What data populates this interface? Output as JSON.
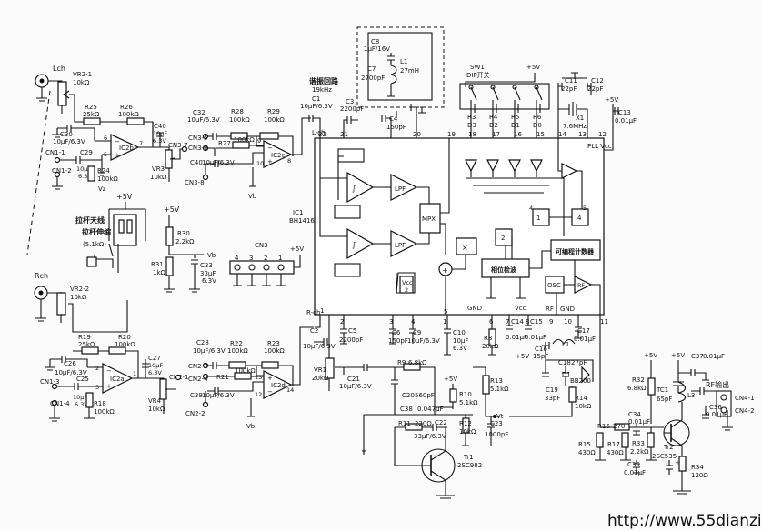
{
  "labels": {
    "lch": "Lch",
    "rch": "Rch",
    "vr2_1": [
      "VR2-1",
      "10kΩ"
    ],
    "vr2_2": [
      "VR2-2",
      "10kΩ"
    ],
    "r25": [
      "R25",
      "25kΩ"
    ],
    "r26": [
      "R26",
      "100kΩ"
    ],
    "c30": "C30",
    "c30v": "10μF/6.3V",
    "ic2b": "IC2b",
    "c40": [
      "C40",
      "10μF",
      "6.3V"
    ],
    "cn3_7": "CN3-7",
    "cn1_1": "CN1-1",
    "cn1_2": "CN1-2",
    "c29": [
      "C29",
      "10μF",
      "6.3V"
    ],
    "r24": [
      "R24",
      "100kΩ"
    ],
    "vr3": [
      "VR3",
      "10kΩ"
    ],
    "vb": "Vb",
    "c32": [
      "C32",
      "10μF/6.3V"
    ],
    "cn3_5": "CN3-5",
    "cn3_6": "CN3-6",
    "cn3_8": "CN3-8",
    "r28": [
      "R28",
      "100kΩ"
    ],
    "r29": [
      "R29",
      "100kΩ"
    ],
    "r27": [
      "R27",
      "100kΩ"
    ],
    "c40b": [
      "C40",
      "10μF/6.3V"
    ],
    "ic2c": "IC2c",
    "pin9": "9",
    "pin10": "10",
    "pin8": "8",
    "plus5v": "+5V",
    "tone_resistor": [
      "拉杆天线",
      "拉杆伸缩",
      "(5.1kΩ)"
    ],
    "r30": [
      "R30",
      "2.2kΩ"
    ],
    "r31": [
      "R31",
      "1kΩ"
    ],
    "c33": [
      "C33",
      "33μF",
      "6.3V"
    ],
    "cn3": "CN3",
    "cn3_pins": [
      "4",
      "3",
      "2",
      "1"
    ],
    "ic1": [
      "IC1",
      "BH1416F"
    ],
    "c1": [
      "C1",
      "10μF/6.3V"
    ],
    "c3": [
      "C3",
      "2200pF"
    ],
    "c4": [
      "C4",
      "150pF"
    ],
    "lch_in": "L-ch",
    "rch_in": "R-ch",
    "pins_top": [
      "22",
      "21",
      "20",
      "19",
      "18",
      "17",
      "16",
      "15",
      "14",
      "13",
      "12"
    ],
    "pins_bot": [
      "1",
      "2",
      "3",
      "4",
      "5",
      "6",
      "7",
      "8",
      "9",
      "10",
      "11"
    ],
    "resonant": [
      "谐振回路",
      "19kHz"
    ],
    "c8": [
      "C8",
      "1μF/16V"
    ],
    "c7": [
      "C7",
      "2700pF"
    ],
    "l1": [
      "L1",
      "27mH"
    ],
    "sw1": [
      "SW1",
      "DIP开关"
    ],
    "r3": [
      "R3",
      "D3"
    ],
    "r4": [
      "R4",
      "D2"
    ],
    "r5": [
      "R5",
      "D1"
    ],
    "r6": [
      "R6",
      "D0"
    ],
    "c11": [
      "C11",
      "22pF"
    ],
    "c12": [
      "C12",
      "22pF"
    ],
    "x1": [
      "X1",
      "7.6MHz"
    ],
    "c13": [
      "C13",
      "0.01μF"
    ],
    "pllvcc": "PLL Vcc",
    "lpf": "LPF",
    "mpx": "MPX",
    "prog": "可编程计数器",
    "phase": "相位检波",
    "osc": "OSC",
    "rf": "RF",
    "gnd": "GND",
    "vcc": "Vcc",
    "vcc2": [
      "Vcc",
      "2"
    ],
    "div2": "2",
    "div4": "4",
    "div1": "1",
    "mid_nums": [
      "4",
      "5"
    ],
    "c2": [
      "C2",
      "10μF/6.3V"
    ],
    "vr1": [
      "VR1",
      "20kΩ"
    ],
    "c5": [
      "C5",
      "2200pF"
    ],
    "c6": [
      "C6",
      "150pF"
    ],
    "c9": [
      "C9",
      "10μF/6.3V"
    ],
    "c10": [
      "C10",
      "10μF",
      "6.3V"
    ],
    "r8": [
      "R8",
      "20kΩ"
    ],
    "c14": [
      "C14",
      "0.01μF"
    ],
    "c15": [
      "C15",
      "0.01μF"
    ],
    "c16": [
      "C16",
      "15pF"
    ],
    "c17": [
      "C17",
      "0.01μF"
    ],
    "l1b": "L1",
    "c18": [
      "C18",
      "27pF"
    ],
    "c19": [
      "C19",
      "33pF"
    ],
    "d1": [
      "D1",
      "BB200"
    ],
    "r14": [
      "R14",
      "10kΩ"
    ],
    "c27": [
      "C27",
      "10μF",
      "6.3V"
    ],
    "r19": [
      "R19",
      "25kΩ"
    ],
    "r20": [
      "R20",
      "100kΩ"
    ],
    "c26": [
      "C26",
      "10μF/6.3V"
    ],
    "ic2a": "IC2a",
    "cn1_3": "CN1-3",
    "cn1_4": "CN1-4",
    "c25": [
      "C25",
      "10μF",
      "6.3V"
    ],
    "r18": [
      "R18",
      "100kΩ"
    ],
    "vr4": [
      "VR4",
      "10kΩ"
    ],
    "c28": [
      "C28",
      "10μF/6.3V"
    ],
    "cn2_3": "CN2-3",
    "cn2_4": "CN2-4",
    "cn2_2": "CN2-2",
    "cn2_1": "CN2-1",
    "r22": [
      "R22",
      "100kΩ"
    ],
    "r23": [
      "R23",
      "100kΩ"
    ],
    "r21": [
      "R21",
      "100kΩ"
    ],
    "c39": [
      "C39",
      "10μF/6.3V"
    ],
    "ic2d": "IC2d",
    "pin13": "13",
    "pin12": "12",
    "pin14": "14",
    "c21": [
      "C21",
      "10μF/6.3V"
    ],
    "r9": [
      "R9",
      "6.8kΩ"
    ],
    "c20": [
      "C20",
      "560pF"
    ],
    "r10": [
      "R10",
      "5.1kΩ"
    ],
    "r13": [
      "R13",
      "5.1kΩ"
    ],
    "c38": [
      "C38",
      "0.047μF"
    ],
    "r11": [
      "R11",
      "220Ω"
    ],
    "c22": [
      "C22",
      "33μF/6.3V"
    ],
    "r12": [
      "R12",
      "10kΩ"
    ],
    "c23": [
      "C23",
      "1000pF"
    ],
    "vt": "Vt",
    "tr1": [
      "Tr1",
      "2SC982"
    ],
    "r32": [
      "R32",
      "6.8kΩ"
    ],
    "tc1": [
      "TC1",
      "65pF"
    ],
    "l3": "L3",
    "c37": [
      "C37",
      "0.01μF"
    ],
    "c36": [
      "C36",
      "0.01μF"
    ],
    "rfout": "RF输出",
    "cn4_1": "CN4-1",
    "cn4_2": "CN4-2",
    "r16": [
      "R16",
      "270"
    ],
    "r15": [
      "R15",
      "430Ω"
    ],
    "r17": [
      "R17",
      "430Ω"
    ],
    "r33": [
      "R33",
      "2.2kΩ"
    ],
    "c34": [
      "C34",
      "0.01μF"
    ],
    "c35": [
      "C35",
      "0.01μF"
    ],
    "tr2": [
      "Tr2",
      "2SC535"
    ],
    "r34": [
      "R34",
      "120Ω"
    ],
    "vz": "Vz",
    "watermark": "http://www.55dianzi.com"
  }
}
